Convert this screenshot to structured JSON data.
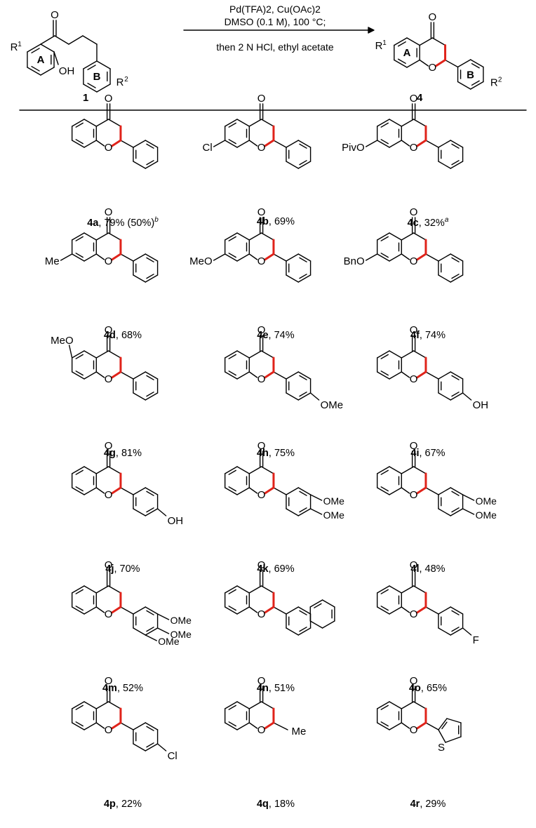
{
  "scheme": {
    "conditions": {
      "line1": "Pd(TFA)2, Cu(OAc)2",
      "line2": "DMSO (0.1 M), 100 °C;",
      "line3": "then 2 N HCl, ethyl acetate"
    },
    "starting_material": {
      "number": "1",
      "ring_a": "A",
      "ring_b": "B",
      "oh": "OH",
      "carbonyl": "O",
      "r1": "R1",
      "r2": "R2"
    },
    "product": {
      "number": "4",
      "ring_a": "A",
      "ring_b": "B",
      "ring_o": "O",
      "carbonyl": "O",
      "r1": "R1",
      "r2": "R2"
    }
  },
  "compounds": [
    {
      "id": "4a",
      "yield": ", 79% (50%)",
      "note": "b",
      "a_sub": "",
      "b_type": "phenyl",
      "b_subs": []
    },
    {
      "id": "4b",
      "yield": ", 69%",
      "note": "",
      "a_sub": "Cl",
      "b_type": "phenyl",
      "b_subs": []
    },
    {
      "id": "4c",
      "yield": ", 32%",
      "note": "a",
      "a_sub": "PivO",
      "b_type": "phenyl",
      "b_subs": []
    },
    {
      "id": "4d",
      "yield": ", 68%",
      "note": "",
      "a_sub": "Me",
      "b_type": "phenyl",
      "b_subs": []
    },
    {
      "id": "4e",
      "yield": ", 74%",
      "note": "",
      "a_sub": "MeO",
      "b_type": "phenyl",
      "b_subs": []
    },
    {
      "id": "4f",
      "yield": ", 74%",
      "note": "",
      "a_sub": "BnO",
      "b_type": "phenyl",
      "b_subs": []
    },
    {
      "id": "4g",
      "yield": ", 81%",
      "note": "",
      "a_sub6": "MeO",
      "b_type": "phenyl",
      "b_subs": []
    },
    {
      "id": "4h",
      "yield": ", 75%",
      "note": "",
      "b_type": "phenyl",
      "b_subs": [
        "OMe"
      ]
    },
    {
      "id": "4i",
      "yield": ", 67%",
      "note": "",
      "b_type": "phenyl",
      "b_subs": [
        "OH"
      ]
    },
    {
      "id": "4j",
      "yield": ", 70%",
      "note": "",
      "b_type": "phenyl",
      "b_subs": [
        "OH"
      ]
    },
    {
      "id": "4k",
      "yield": ", 69%",
      "note": "",
      "b_type": "phenyl",
      "b_subs": [
        "OMe",
        "OMe"
      ]
    },
    {
      "id": "4l",
      "yield": ", 48%",
      "note": "",
      "b_type": "phenyl",
      "b_subs": [
        "OMe",
        "OMe"
      ]
    },
    {
      "id": "4m",
      "yield": ", 52%",
      "note": "",
      "b_type": "phenyl",
      "b_subs": [
        "OMe",
        "OMe",
        "OMe"
      ]
    },
    {
      "id": "4n",
      "yield": ", 51%",
      "note": "",
      "b_type": "naphthyl",
      "b_subs": []
    },
    {
      "id": "4o",
      "yield": ", 65%",
      "note": "",
      "b_type": "phenyl",
      "b_subs": [
        "F"
      ]
    },
    {
      "id": "4p",
      "yield": ", 22%",
      "note": "",
      "b_type": "phenyl",
      "b_subs": [
        "Cl"
      ]
    },
    {
      "id": "4q",
      "yield": ", 18%",
      "note": "",
      "b_type": "methyl",
      "b_subs": [
        "Me"
      ]
    },
    {
      "id": "4r",
      "yield": ", 29%",
      "note": "",
      "b_type": "thienyl",
      "b_subs": [
        "S"
      ]
    }
  ],
  "colors": {
    "bond": "#000000",
    "highlight": "#e0231a"
  }
}
